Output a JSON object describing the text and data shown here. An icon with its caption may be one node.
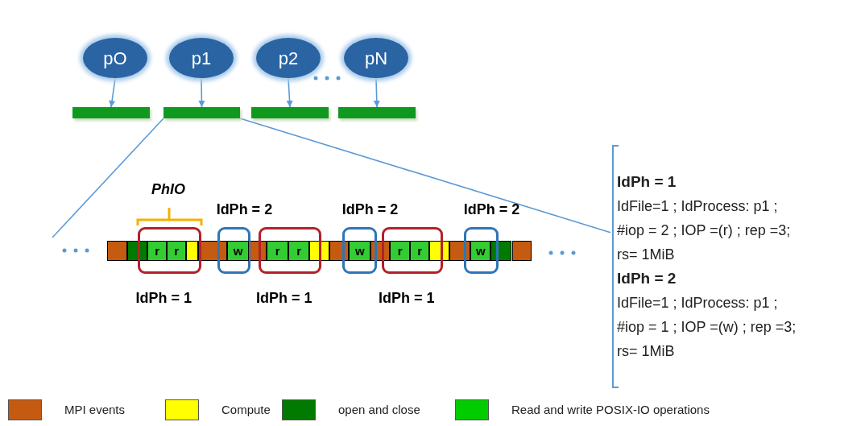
{
  "diagram": {
    "nodes": [
      {
        "text": [
          "pO"
        ]
      },
      {
        "text": [
          "p1"
        ]
      },
      {
        "text": [
          "p2"
        ]
      },
      {
        "text": [
          "pN"
        ]
      },
      {
        "text": [],
        "shape": "bar"
      },
      {
        "text": [],
        "shape": "bar"
      },
      {
        "text": [],
        "shape": "bar"
      },
      {
        "text": [],
        "shape": "bar"
      },
      {
        "text": [],
        "shape": "box",
        "beside": [
          "IdPh = 1"
        ]
      },
      {
        "text": [],
        "shape": "box",
        "beside": [
          "IdPh = 2"
        ]
      },
      {
        "text": [],
        "shape": "box",
        "beside": [
          "IdPh = 1"
        ]
      },
      {
        "text": [],
        "shape": "box",
        "beside": [
          "IdPh = 2"
        ]
      },
      {
        "text": [],
        "shape": "box",
        "beside": [
          "IdPh = 1"
        ]
      },
      {
        "text": [],
        "shape": "box",
        "beside": [
          "IdPh = 2"
        ]
      },
      {
        "text": [
          "r"
        ],
        "in": 8
      },
      {
        "text": [
          "r"
        ],
        "in": 8
      },
      {
        "text": [
          "w"
        ],
        "in": 9
      },
      {
        "text": [
          "r"
        ],
        "in": 10
      },
      {
        "text": [
          "r"
        ],
        "in": 10
      },
      {
        "text": [
          "w"
        ],
        "in": 11
      },
      {
        "text": [
          "r"
        ],
        "in": 12
      },
      {
        "text": [
          "r"
        ],
        "in": 12
      },
      {
        "text": [
          "w"
        ],
        "in": 13
      },
      {
        "text": [
          "IdPh = 1",
          "IdFile=1 ; IdProcess: p1 ;",
          "#iop = 2 ; IOP =(r) ; rep =3;",
          "rs= 1MiB",
          "IdPh = 2",
          "IdFile=1 ; IdProcess: p1 ;",
          "#iop = 1 ; IOP =(w) ; rep =3;",
          "rs= 1MiB"
        ]
      }
    ],
    "edges": [
      {
        "from": 0,
        "to": 4,
        "arrow": "to"
      },
      {
        "from": 1,
        "to": 5,
        "arrow": "to"
      },
      {
        "from": 2,
        "to": 6,
        "arrow": "to"
      },
      {
        "from": 3,
        "to": 7,
        "arrow": "to"
      },
      {
        "from": 5,
        "to": null,
        "arrow": "none"
      },
      {
        "from": 5,
        "to": 23,
        "arrow": "none"
      }
    ],
    "labels": [
      "PhIO"
    ],
    "legend": [
      {
        "text": "MPI events",
        "color": "#c55a11"
      },
      {
        "text": "Compute",
        "color": "#ffff00"
      },
      {
        "text": "open and close",
        "color": "#007a00"
      },
      {
        "text": "Read and write POSIX-IO operations",
        "color": "#00cc00"
      }
    ]
  }
}
